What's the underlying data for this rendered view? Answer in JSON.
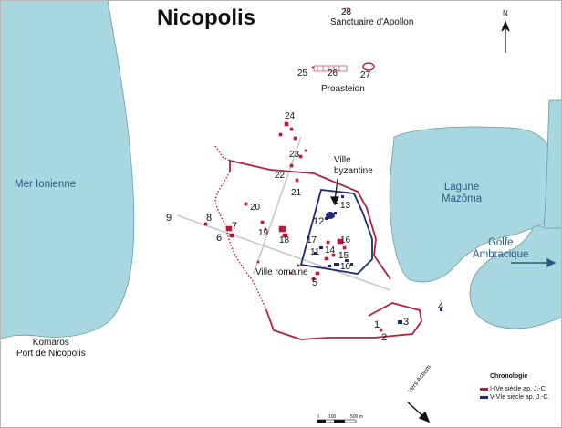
{
  "title": "Nicopolis",
  "colors": {
    "water": "#a8d7e0",
    "early_structures": "#b0203e",
    "late_structures": "#1f2a6e",
    "roads": "#c8c8c8"
  },
  "labels": {
    "mer_ionienne": "Mer Ionienne",
    "lagune_line1": "Lagune",
    "lagune_line2": "Mazôma",
    "golfe_line1": "Golfe",
    "golfe_line2": "Ambracique",
    "komaros_line1": "Komaros",
    "komaros_line2": "Port de Nicopolis",
    "sanctuaire": "Sanctuaire d'Apollon",
    "proasteion": "Proasteion",
    "ville_byz_line1": "Ville",
    "ville_byz_line2": "byzantine",
    "ville_romaine": "Ville romaine",
    "vers_actium": "Vers Actium",
    "north": "N"
  },
  "numbers": {
    "n1": "1",
    "n2": "2",
    "n3": "3",
    "n4": "4",
    "n5": "5",
    "n6": "6",
    "n7": "7",
    "n8": "8",
    "n9": "9",
    "n10": "10",
    "n11": "11",
    "n12": "12",
    "n13": "13",
    "n14": "14",
    "n15": "15",
    "n16": "16",
    "n17": "17",
    "n18": "18",
    "n19": "19",
    "n20": "20",
    "n21": "21",
    "n22": "22",
    "n23": "23",
    "n24": "24",
    "n25": "25",
    "n26": "26",
    "n27": "27",
    "n28": "28"
  },
  "legend": {
    "title": "Chronologie",
    "items": [
      {
        "label": "I-IVe siècle ap. J.-C.",
        "color": "#b0203e"
      },
      {
        "label": "V-VIe siècle ap. J.-C.",
        "color": "#1f2a6e"
      }
    ]
  },
  "scale": {
    "ticks": [
      "0",
      "100",
      "500 m"
    ]
  }
}
